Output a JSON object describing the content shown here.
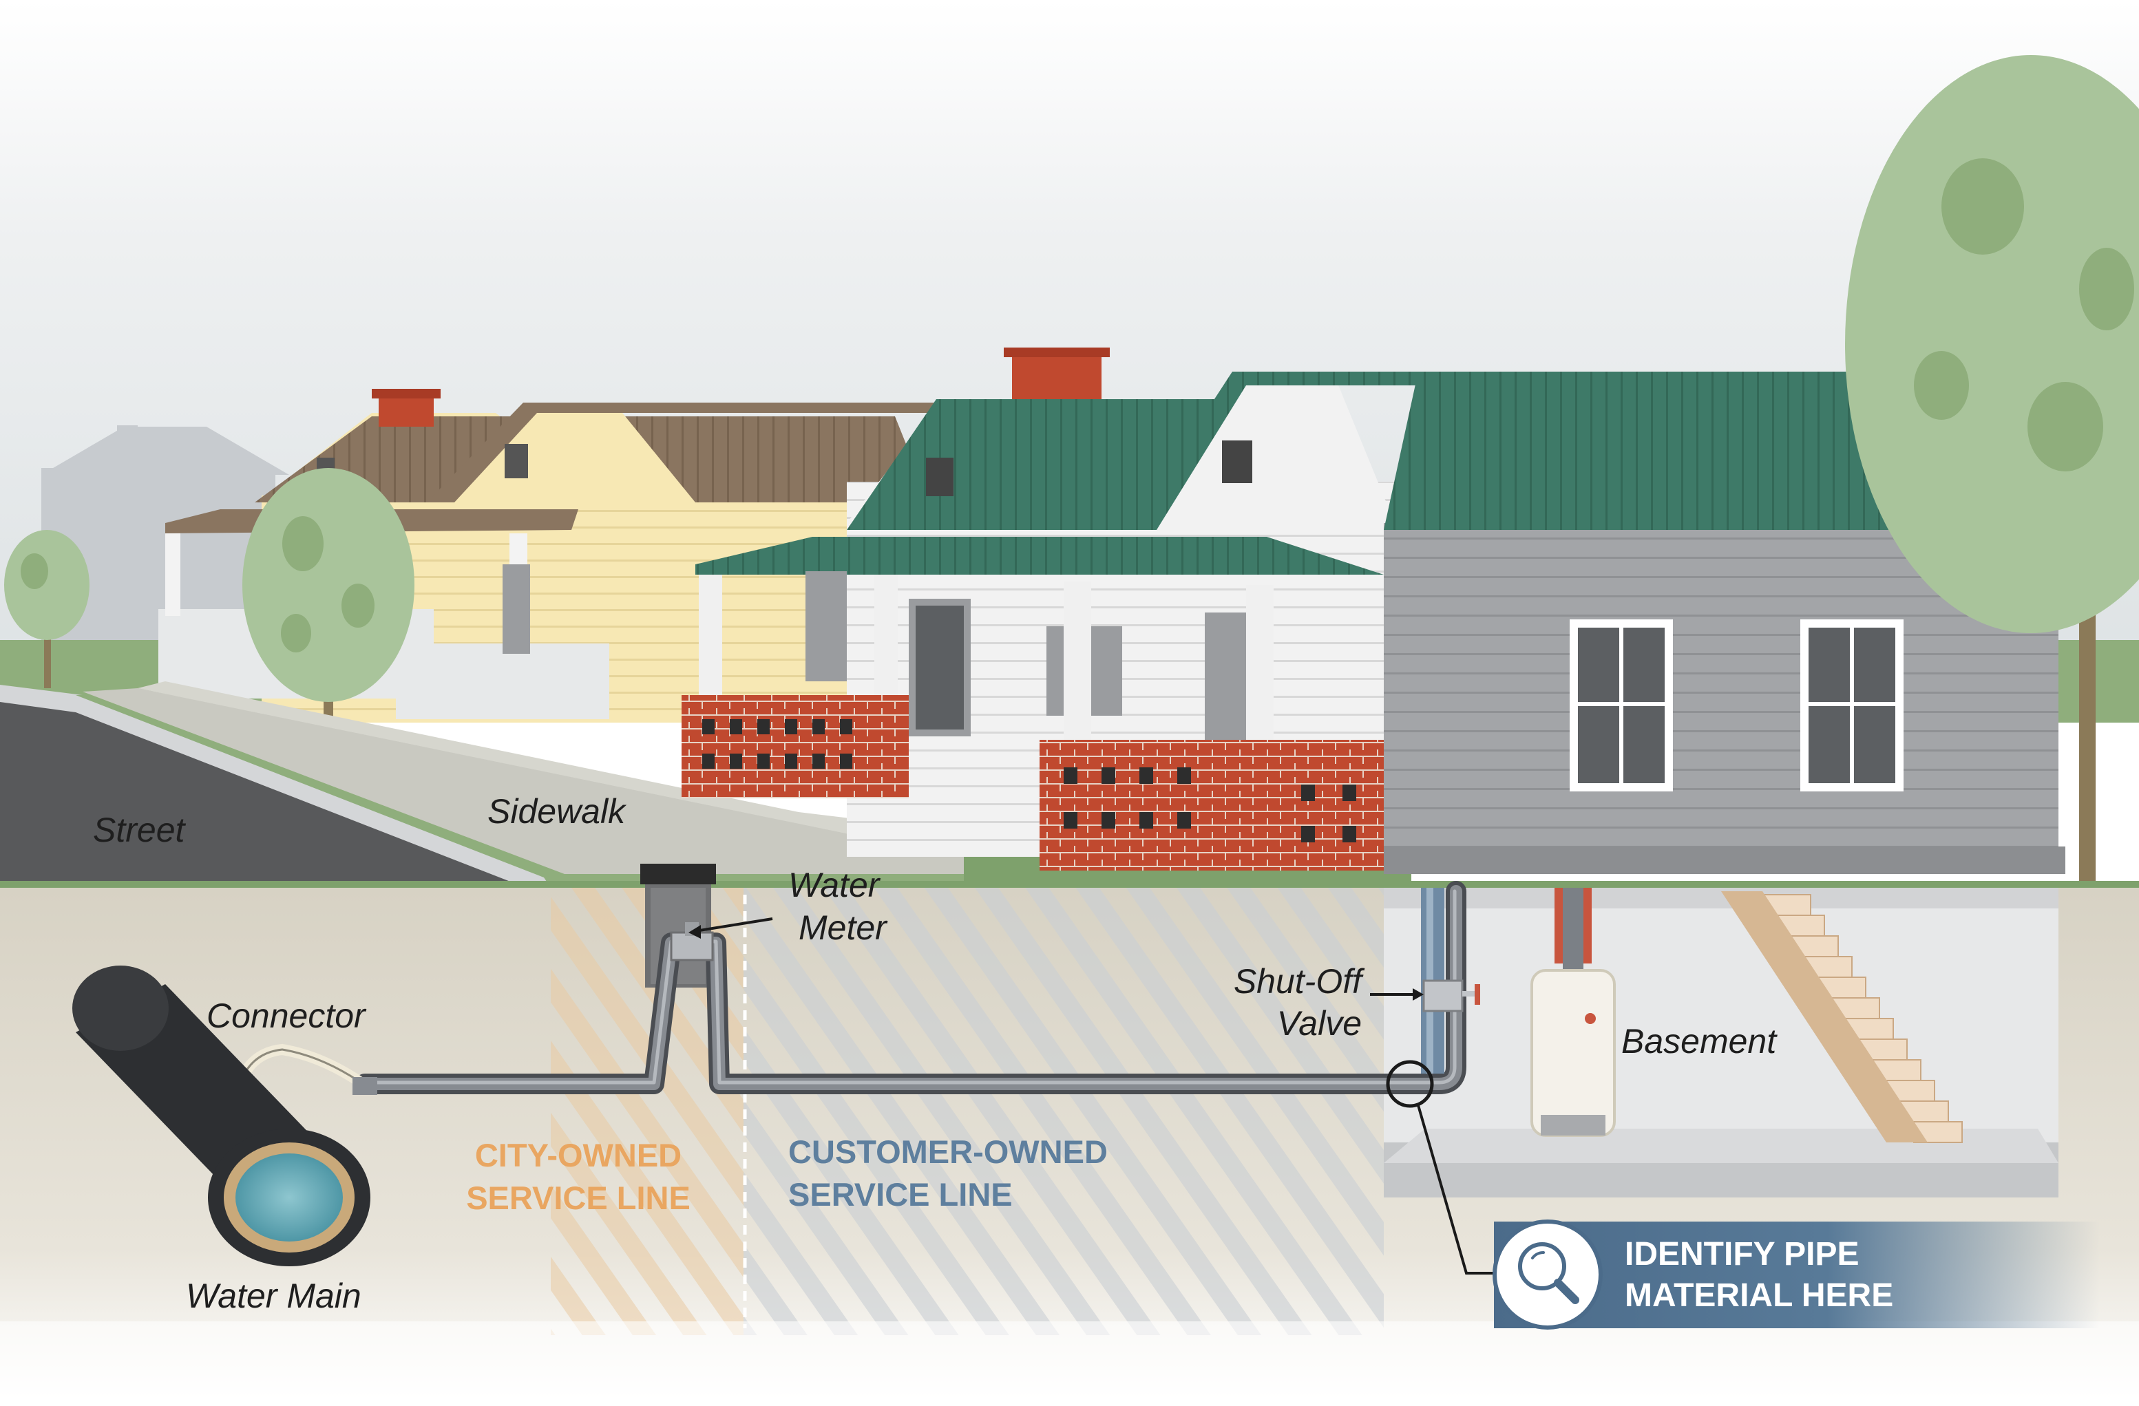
{
  "labels": {
    "street": "Street",
    "sidewalk": "Sidewalk",
    "water_meter_1": "Water",
    "water_meter_2": "Meter",
    "connector": "Connector",
    "water_main": "Water Main",
    "shut_off_1": "Shut-Off",
    "shut_off_2": "Valve",
    "basement": "Basement",
    "city_owned_1": "CITY-OWNED",
    "city_owned_2": "SERVICE LINE",
    "customer_owned_1": "CUSTOMER-OWNED",
    "customer_owned_2": "SERVICE LINE"
  },
  "callout": {
    "line1": "IDENTIFY PIPE",
    "line2": "MATERIAL HERE",
    "icon": "magnifier-icon"
  },
  "colors": {
    "city_owned": "#e9a661",
    "customer_owned": "#5e7f9e",
    "callout_bg": "#4b6b8a",
    "pipe": "#62666c",
    "roof_green": "#3e7a68"
  }
}
